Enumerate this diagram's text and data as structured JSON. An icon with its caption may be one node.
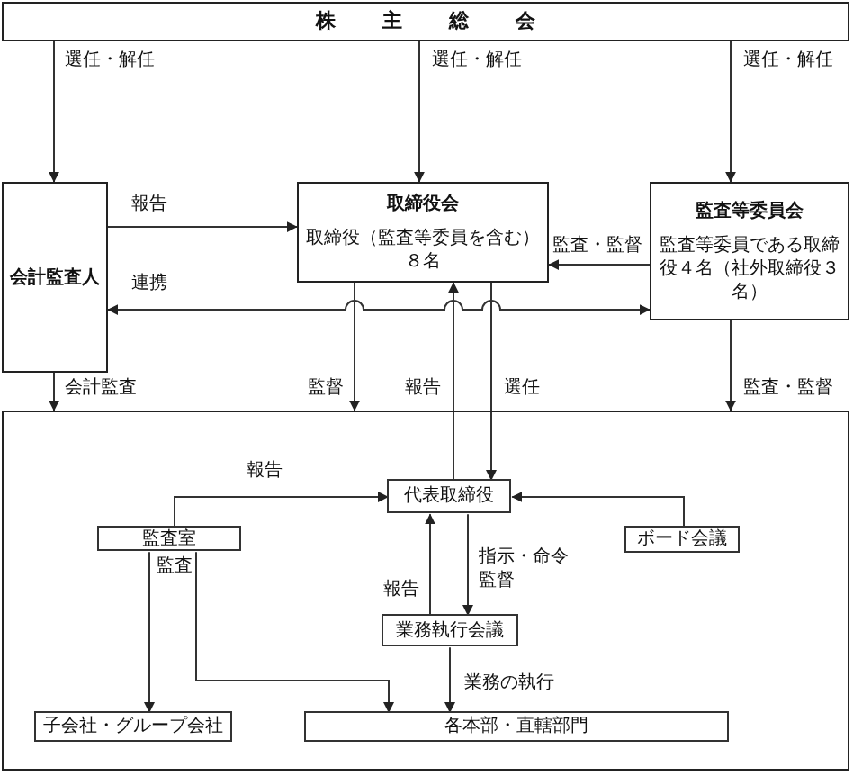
{
  "diagram": {
    "nodes": [
      {
        "text": [
          "株主総会"
        ]
      },
      {
        "text": [
          "会計監査人"
        ]
      },
      {
        "text": [
          "取締役会",
          "取締役（監査等委員を含む）８名"
        ]
      },
      {
        "text": [
          "監査等委員会",
          "監査等委員である取締役４名（社外取締役３名）"
        ]
      },
      {
        "text": [],
        "shape": "box"
      },
      {
        "text": [
          "代表取締役"
        ],
        "in": 4
      },
      {
        "text": [
          "監査室"
        ],
        "in": 4
      },
      {
        "text": [
          "ボード会議"
        ],
        "in": 4
      },
      {
        "text": [
          "業務執行会議"
        ],
        "in": 4
      },
      {
        "text": [
          "子会社・グループ会社"
        ],
        "in": 4
      },
      {
        "text": [
          "各本部・直轄部門"
        ],
        "in": 4
      }
    ],
    "edges": [
      {
        "from": 0,
        "to": 1,
        "arrow": "to",
        "label": "選任・解任"
      },
      {
        "from": 0,
        "to": 2,
        "arrow": "to",
        "label": "選任・解任"
      },
      {
        "from": 0,
        "to": 3,
        "arrow": "to",
        "label": "選任・解任"
      },
      {
        "from": 1,
        "to": 2,
        "arrow": "to",
        "label": "報告"
      },
      {
        "from": 3,
        "to": 2,
        "arrow": "to",
        "label": "監査・監督"
      },
      {
        "from": 1,
        "to": 3,
        "arrow": "both",
        "label": "連携"
      },
      {
        "from": 1,
        "to": 4,
        "arrow": "to",
        "label": "会計監査"
      },
      {
        "from": 2,
        "to": 4,
        "arrow": "to",
        "label": "監督"
      },
      {
        "from": 5,
        "to": 2,
        "arrow": "to",
        "label": "報告"
      },
      {
        "from": 2,
        "to": 5,
        "arrow": "to",
        "label": "選任"
      },
      {
        "from": 3,
        "to": 4,
        "arrow": "to",
        "label": "監査・監督"
      },
      {
        "from": 6,
        "to": 5,
        "arrow": "to",
        "label": "報告"
      },
      {
        "from": 7,
        "to": 5,
        "arrow": "to"
      },
      {
        "from": 5,
        "to": 8,
        "arrow": "to",
        "label": "指示・命令監督"
      },
      {
        "from": 8,
        "to": 5,
        "arrow": "to",
        "label": "報告"
      },
      {
        "from": 6,
        "to": 9,
        "arrow": "to",
        "label": "監査"
      },
      {
        "from": 6,
        "to": 10,
        "arrow": "to"
      },
      {
        "from": 8,
        "to": 10,
        "arrow": "to",
        "label": "業務の執行"
      }
    ]
  }
}
